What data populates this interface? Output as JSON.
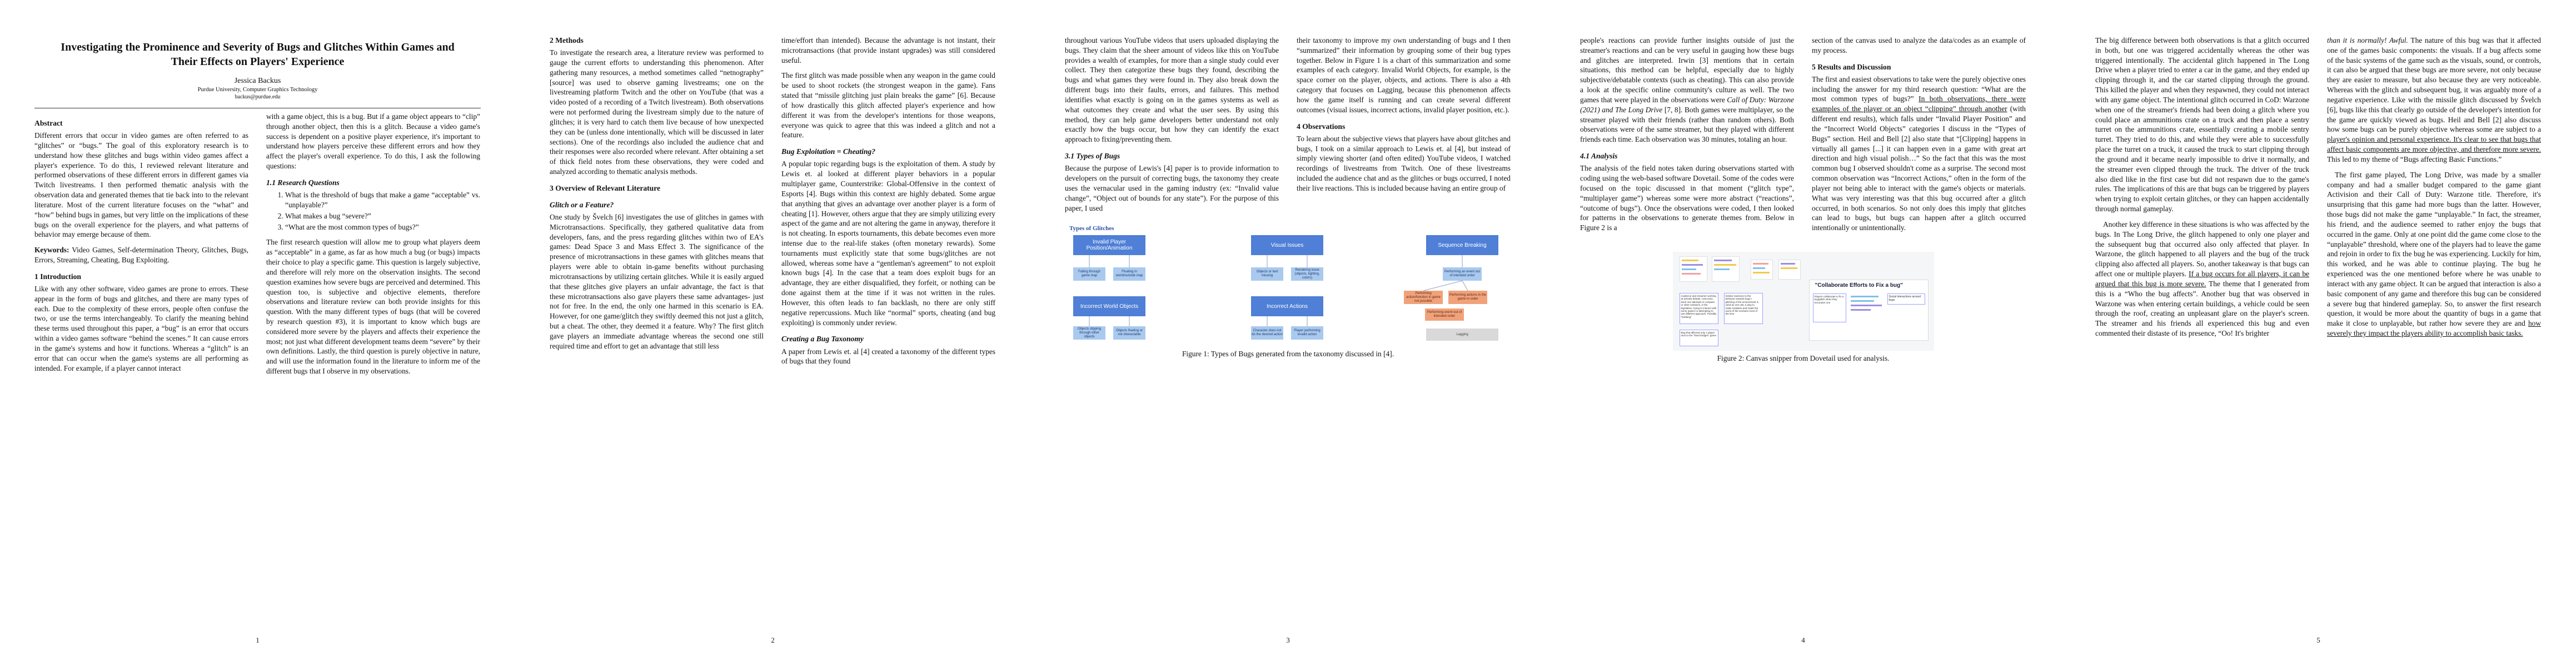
{
  "p1": {
    "title": "Investigating the Prominence and Severity of Bugs and Glitches Within Games and Their Effects on Players' Experience",
    "author": "Jessica Backus",
    "affiliation": "Purdue University, Computer Graphics Technology",
    "email": "backus@purdue.edu",
    "abstract_label": "Abstract",
    "abstract": "Different errors that occur in video games are often referred to as “glitches” or “bugs.” The goal of this exploratory research is to understand how these glitches and bugs within video games affect a player's experience. To do this, I reviewed relevant literature and performed observations of these different errors in different games via Twitch livestreams. I then performed thematic analysis with the observation data and generated themes that tie back into to the relevant literature. Most of the current literature focuses on the “what” and “how” behind bugs in games, but very little on the implications of these bugs on the overall experience for the players, and what patterns of behavior may emerge because of them.",
    "keywords_label": "Keywords:",
    "keywords": "Video Games, Self-determination Theory, Glitches, Bugs, Errors, Streaming, Cheating, Bug Exploiting.",
    "intro_head": "1 Introduction",
    "intro": "Like with any other software, video games are prone to errors. These appear in the form of bugs and glitches, and there are many types of each. Due to the complexity of these errors, people often confuse the two, or use the terms interchangeably. To clarify the meaning behind these terms used throughout this paper, a “bug” is an error that occurs within a video games software “behind the scenes.” It can cause errors in the game's systems and how it functions. Whereas a “glitch” is an error that can occur when the game's systems are all performing as intended. For example, if a player cannot interact",
    "c2_p1": "with a game object, this is a bug. But if a game object appears to “clip” through another object, then this is a glitch. Because a video game's success is dependent on a positive player experience, it's important to understand how players perceive these different errors and how they affect the player's overall experience. To do this, I ask the following questions:",
    "rq_head": "1.1 Research Questions",
    "rq": [
      "What is the threshold of bugs that make a game “acceptable” vs. “unplayable?”",
      "What makes a bug “severe?”",
      "“What are the most common types of bugs?”"
    ],
    "c2_p2": "The first research question will allow me to group what players deem as “acceptable” in a game, as far as how much a bug (or bugs) impacts their choice to play a specific game. This question is largely subjective, and therefore will rely more on the observation insights. The second question examines how severe bugs are perceived and determined. This question too, is subjective and objective elements, therefore observations and literature review can both provide insights for this question. With the many different types of bugs (that will be covered by research question #3), it is important to know which bugs are considered more severe by the players and affects their experience the most; not just what different development teams deem “severe” by their own definitions. Lastly, the third question is purely objective in nature, and will use the information found in the literature to inform me of the different bugs that I observe in my observations.",
    "num": "1"
  },
  "p2": {
    "methods_head": "2 Methods",
    "methods": "To investigate the research area, a literature review was performed to gauge the current efforts to understanding this phenomenon. After gathering many resources, a method sometimes called “netnography” [source] was used to observe gaming livestreams; one on the livestreaming platform Twitch and the other on YouTube (that was a video posted of a recording of a Twitch livestream). Both observations were not performed during the livestream simply due to the nature of glitches; it is very hard to catch them live because of how unexpected they can be (unless done intentionally, which will be discussed in later sections). One of the recordings also included the audience chat and their responses were also recorded where relevant. After obtaining a set of thick field notes from these observations, they were coded and analyzed according to thematic analysis methods.",
    "ov_head": "3 Overview of Relevant Literature",
    "glitch_head": "Glitch or a Feature?",
    "glitch": "One study by Švelch [6] investigates the use of glitches in games with Microtransactions. Specifically, they gathered qualitative data from developers, fans, and the press regarding glitches within two of EA's games: Dead Space 3 and Mass Effect 3. The significance of the presence of microtransactions in these games with glitches means that players were able to obtain in-game benefits without purchasing microtransactions by utilizing certain glitches. While it is easily argued that these glitches give players an unfair advantage, the fact is that these microtransactions also gave players these same advantages- just not for free. In the end, the only one harmed in this scenario is EA. However, for one game/glitch they swiftly deemed this not just a glitch, but a cheat. The other, they deemed it a feature. Why? The first glitch gave players an immediate advantage whereas the second one still required time and effort to get an advantage that still less",
    "c2_p1": "time/effort than intended). Because the advantage is not instant, their microtransactions (that provide instant upgrades) was still considered useful.",
    "c2_p2": "The first glitch was made possible when any weapon in the game could be used to shoot rockets (the strongest weapon in the game). Fans stated that “missile glitching just plain breaks the game” [6]. Because of how drastically this glitch affected player's experience and how different it was from the developer's intentions for those weapons, everyone was quick to agree that this was indeed a glitch and not a feature.",
    "exploit_head": "Bug Exploitation = Cheating?",
    "exploit": "A popular topic regarding bugs is the exploitation of them. A study by Lewis et. al looked at different player behaviors in a popular multiplayer game, Counterstrike: Global-Offensive in the context of Esports [4]. Bugs within this context are highly debated. Some argue that anything that gives an advantage over another player is a form of cheating [1]. However, others argue that they are simply utilizing every aspect of the game and are not altering the game in anyway, therefore it is not cheating. In esports tournaments, this debate becomes even more intense due to the real-life stakes (often monetary rewards). Some tournaments must explicitly state that some bugs/glitches are not allowed, whereas some have a “gentleman's agreement” to not exploit known bugs [4]. In the case that a team does exploit bugs for an advantage, they are either disqualified, they forfeit, or nothing can be done against them at the time if it was not written in the rules. However, this often leads to fan backlash, no there are only stiff negative repercussions. Much like “normal” sports, cheating (and bug exploiting) is commonly under review.",
    "taxo_head": "Creating a Bug Taxonomy",
    "taxo": "A paper from Lewis et. al [4] created a taxonomy of the different types of bugs that they found",
    "num": "2"
  },
  "p3": {
    "c1_p1": "throughout various YouTube videos that users uploaded displaying the bugs. They claim that the sheer amount of videos like this on YouTube provides a wealth of examples, for more than a single study could ever collect. They then categorize these bugs they found, describing the bugs and what games they were found in. They also break down the different bugs into their faults, errors, and failures. This method identifies what exactly is going on in the games systems as well as what outcomes they create and what the user sees. By using this method, they can help game developers better understand not only exactly how the bugs occur, but how they can identify the exact approach to fixing/preventing them.",
    "types_head": "3.1 Types of Bugs",
    "types": "Because the purpose of Lewis's [4] paper is to provide information to developers on the pursuit of correcting bugs, the taxonomy they create uses the vernacular used in the gaming industry (ex: “Invalid value change”, “Object out of bounds for any state”). For the purpose of this paper, I used",
    "c2_p1": "their taxonomy to improve my own understanding of bugs and I then “summarized” their information by grouping some of their bug types together. Below in Figure 1 is a chart of this summarization and some examples of each category. Invalid World Objects, for example, is the space corner on the player, objects, and actions. There is also a 4th category that focuses on Lagging, because this phenomenon affects how the game itself is running and can create several different outcomes (visual issues, incorrect actions, invalid player position, etc.).",
    "obs_head": "4 Observations",
    "obs": "To learn about the subjective views that players have about glitches and bugs, I took on a similar approach to Lewis et. al [4], but instead of simply viewing shorter (and often edited) YouTube videos, I watched recordings of livestreams from Twitch. One of these livestreams included the audience chat and as the glitches or bugs occurred, I noted their live reactions. This is included because having an entire group of",
    "fig_label": "Types of Glitches",
    "fig_top": [
      "Invalid Player Position/Animation",
      "Visual Issues",
      "Sequence Breaking"
    ],
    "fig_sub1": [
      "Falling through game map",
      "Floating in world/outside map"
    ],
    "fig_sub2": [
      "Objects or text missing",
      "Rendering issue (objects, lighting, colors)"
    ],
    "fig_sub3": [
      "Performing an event out of intended order"
    ],
    "fig_mid": [
      "Incorrect World Objects",
      "Incorrect Actions"
    ],
    "fig_sub4": [
      "Objects clipping through other objects",
      "Objects floating or not interactable"
    ],
    "fig_sub5": [
      "Character does not do the desired action",
      "Player performing invalid action"
    ],
    "fig_ora": [
      "Performing action/function in game not possible",
      "Performing actions in the game in order",
      "Performing event out of intended order"
    ],
    "fig_lag": "Lagging",
    "caption": "Figure 1: Types of Bugs generated from the taxonomy discussed in [4].",
    "num": "3"
  },
  "p4": {
    "c1_p1": "people's reactions can provide further insights outside of just the streamer's reactions and can be very useful in gauging how these bugs and glitches are interpreted. Irwin [3] mentions that in certain situations, this method can be helpful, especially due to highly subjective/debatable contexts (such as cheating). This can also provide a look at the specific online community's culture as well. The two games that were played in the observations were ",
    "c1_games": "Call of Duty: Warzone (2021) and The Long Drive",
    "c1_p1b": " [7, 8]. Both games were multiplayer, so the streamer played with their friends (rather than random others). Both observations were of the same streamer, but they played with different friends each time. Each observation was 30 minutes, totaling an hour.",
    "analysis_head": "4.1 Analysis",
    "analysis": "The analysis of the field notes taken during observations started with coding using the web-based software Dovetail. Some of the codes were focused on the topic discussed in that moment (“glitch type”, “multiplayer game”) whereas some were more abstract (“reactions”, “outcome of bugs”). Once the observations were coded, I then looked for patterns in the observations to generate themes from. Below in Figure 2 is a",
    "c2_p1": "section of the canvas used to analyze the data/codes as an example of my process.",
    "results_head": "5 Results and Discussion",
    "results_a": "The first and easiest observations to take were the purely objective ones including the answer for my third research question: “What are the most common types of bugs?” ",
    "results_u": "In both observations, there were examples of the player or an object “clipping” through another",
    "results_b": " (with different end results), which falls under “Invalid Player Position” and the “Incorrect World Objects” categories I discuss in the “Types of Bugs” section. Heil and Bell [2] also state that “[Clipping] happens in virtually all games [...] it can happen even in a game with great art direction and high visual polish…” So the fact that this was the most common bug I observed shouldn't come as a surprise. The second most common observation was “Incorrect Actions,” often in the form of the player not being able to interact with the game's objects or materials. What was very interesting was that this bug occurred after a glitch occurred, in both scenarios. So not only does this imply that glitches can lead to bugs, but bugs can happen after a glitch occurred intentionally or unintentionally.",
    "canvas_title": "\"Collaborate Efforts to Fix a bug\"",
    "canvas_notes": [
      "Audience and streamer working at actively debate, overcome, each one attempts to compare or other solutions, in the legislation, trying to interact with some aspect or attempting to use different approach. Possibly \"bobbing\"",
      "Similar reactions to the behavior towards bugs / glitching of the environment is used as one unit, a way to make mistakes and made the worst of the scenario most of the time",
      "Players collaborate to fix a bug/glitch when they encounter one",
      "Bug that affected only 1 player next to the \"fixed bridges\" game"
    ],
    "canvas_side": "Social interactions around bugs",
    "caption": "Figure 2: Canvas snipper from Dovetail used for analysis.",
    "num": "4"
  },
  "p5": {
    "c1_p1": "The big difference between both observations is that a glitch occurred in both, but one was triggered accidentally whereas the other was triggered intentionally. The accidental glitch happened in The Long Drive when a player tried to enter a car in the game, and they ended up clipping through it, and the car started clipping through the ground. This killed the player and when they respawned, they could not interact with any game object. The intentional glitch occurred in CoD: Warzone when one of the streamer's friends had been doing a glitch where you could place an ammunitions crate on a truck and then place a sentry turret on the ammunitions crate, essentially creating a mobile sentry turret. They tried to do this, and while they were able to successfully place the turret on a truck, it caused the truck to start clipping through the ground and it became nearly impossible to drive it normally, and the streamer even clipped through the truck. The driver of the truck also died like in the first case but did not respawn due to the game's rules. The implications of this are that bugs can be triggered by players when trying to exploit certain glitches, or they can happen accidentally through normal gameplay.",
    "c1_p2": "Another key difference in these situations is who was affected by the bugs. In The Long Drive, the glitch happened to only one player and the subsequent bug that occurred also only affected that player. In Warzone, the glitch happened to all players and the bug of the truck clipping also affected all players. So, another takeaway is that bugs can affect one or multiple players. ",
    "c1_p2u": "If a bug occurs for all players, it can be argued that this bug is more severe.",
    "c1_p2b": " The theme that I generated from this is a “Who the bug affects”. Another bug that was observed in Warzone was when entering certain buildings, a vehicle could be seen through the roof, creating an unpleasant glare on the player's screen. The streamer and his friends all experienced this bug and even commented their distaste of its presence, “Oo! It's brighter",
    "c2_p1a": "than it is normally! Awful.",
    "c2_p1": " The nature of this bug was that it affected one of the games basic components: the visuals. If a bug affects some of the basic systems of the game such as the visuals, sound, or controls, it can also be argued that these bugs are more severe, not only because they are easier to measure, but also because they are very noticeable. Whereas with the glitch and subsequent bug, it was arguably more of a negative experience. Like with the missile glitch discussed by Švelch [6], bugs like this that clearly go outside of the developer's intention for the game are quickly viewed as bugs. Heil and Bell [2] also discuss how some bugs can be purely objective whereas some are subject to a ",
    "c2_p1u": "player's opinion and personal experience. It's clear to see that bugs that affect basic components are more objective, and therefore more severe.",
    "c2_p1b": " This led to my theme of “Bugs affecting Basic Functions.”",
    "c2_p2": "The first game played, The Long Drive, was made by a smaller company and had a smaller budget compared to the game giant Activision and their Call of Duty: Warzone title. Therefore, it's unsurprising that this game had more bugs than the latter. However, those bugs did not make the game “unplayable.” In fact, the streamer, his friend, and the audience seemed to rather enjoy the bugs that occurred in the game. Only at one point did the game come close to the “unplayable” threshold, where one of the players had to leave the game and rejoin in order to fix the bug he was experiencing. Luckily for him, this worked, and he was able to continue playing. The bug he experienced was the one mentioned before where he was unable to interact with any game object. It can be argued that interaction is also a basic component of any game and therefore this bug can be considered a severe bug that hindered gameplay. So, to answer the first research question, it would be more about the quantity of bugs in a game that make it close to unplayable, but rather how severe they are and ",
    "c2_p2u": "how severely they impact the players ability to accomplish basic tasks.",
    "num": "5"
  }
}
